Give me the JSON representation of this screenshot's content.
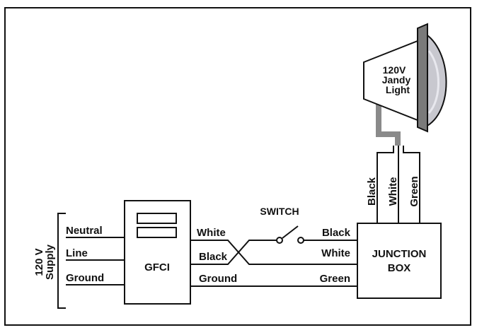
{
  "supply": {
    "title_line1": "120 V",
    "title_line2": "Supply"
  },
  "supply_wires": {
    "neutral": "Neutral",
    "line": "Line",
    "ground": "Ground"
  },
  "gfci": {
    "label": "GFCI"
  },
  "gfci_out": {
    "white": "White",
    "black": "Black",
    "ground": "Ground"
  },
  "switch": {
    "label": "SWITCH"
  },
  "jbox_in": {
    "black": "Black",
    "white": "White",
    "green": "Green"
  },
  "junction_box": {
    "line1": "JUNCTION",
    "line2": "BOX"
  },
  "light_wires": {
    "black": "Black",
    "white": "White",
    "green": "Green"
  },
  "light": {
    "line1": "120V",
    "line2": "Jandy",
    "line3": "Light"
  },
  "colors": {
    "ink": "#111111",
    "conduit": "#8a8a8a",
    "lens": "#c8c8cf",
    "rim": "#7a7a7a"
  }
}
